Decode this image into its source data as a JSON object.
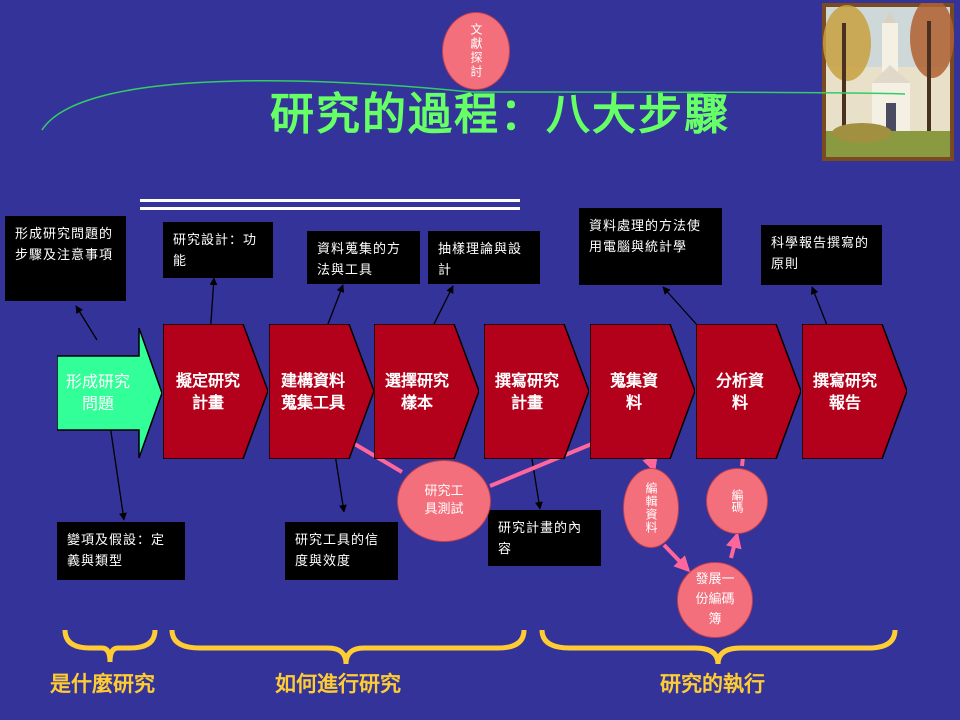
{
  "title": "研究的過程：八大步驟",
  "top_circle": "文獻探討",
  "steps": [
    {
      "label": "形成研究問題"
    },
    {
      "label": "擬定研究計畫"
    },
    {
      "label": "建構資料蒐集工具"
    },
    {
      "label": "選擇研究樣本"
    },
    {
      "label": "撰寫研究計畫"
    },
    {
      "label": "蒐集資料"
    },
    {
      "label": "分析資料"
    },
    {
      "label": "撰寫研究報告"
    }
  ],
  "notes_top": [
    "形成研究問題的步驟及注意事項",
    "研究設計：功能",
    "資料蒐集的方法與工具",
    "抽樣理論與設計",
    "資料處理的方法使用電腦與統計學",
    "科學報告撰寫的原則"
  ],
  "notes_bottom": [
    "變項及假設：定義與類型",
    "研究工具的信度與效度",
    "研究計畫的內容"
  ],
  "circles": {
    "pilot": "研究工具測試",
    "edit": "編輯資料",
    "code": "編碼",
    "codebook": "發展一份編碼簿"
  },
  "sections": [
    "是什麼研究",
    "如何進行研究",
    "研究的執行"
  ],
  "colors": {
    "background": "#33339a",
    "title": "#66ff66",
    "step_red": "#b3001b",
    "step_green": "#33ff99",
    "circle": "#f46f7c",
    "pink_arrow": "#ff6699",
    "bracket": "#ffcc33"
  }
}
